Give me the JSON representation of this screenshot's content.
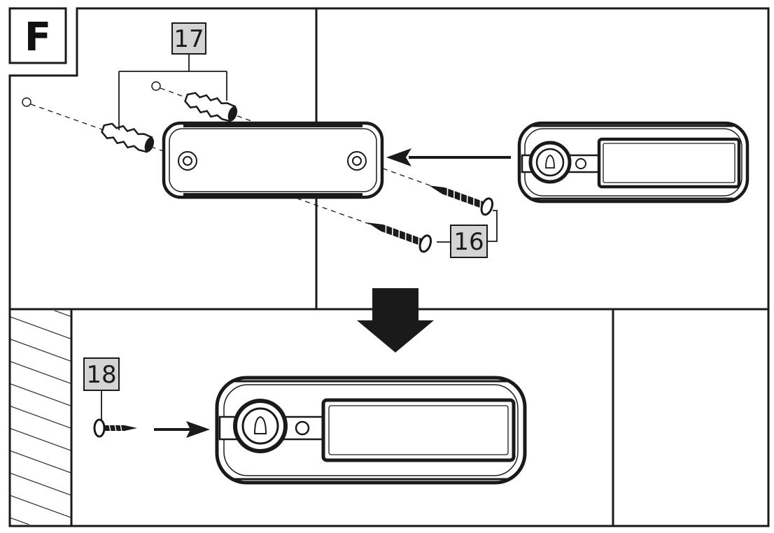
{
  "step": {
    "letter": "F"
  },
  "callouts": {
    "wall_plugs": "17",
    "screws": "16",
    "cover_screw": "18"
  },
  "colors": {
    "line": "#1a1a1a",
    "label_fill": "#d4d4d4",
    "background": "#ffffff"
  }
}
